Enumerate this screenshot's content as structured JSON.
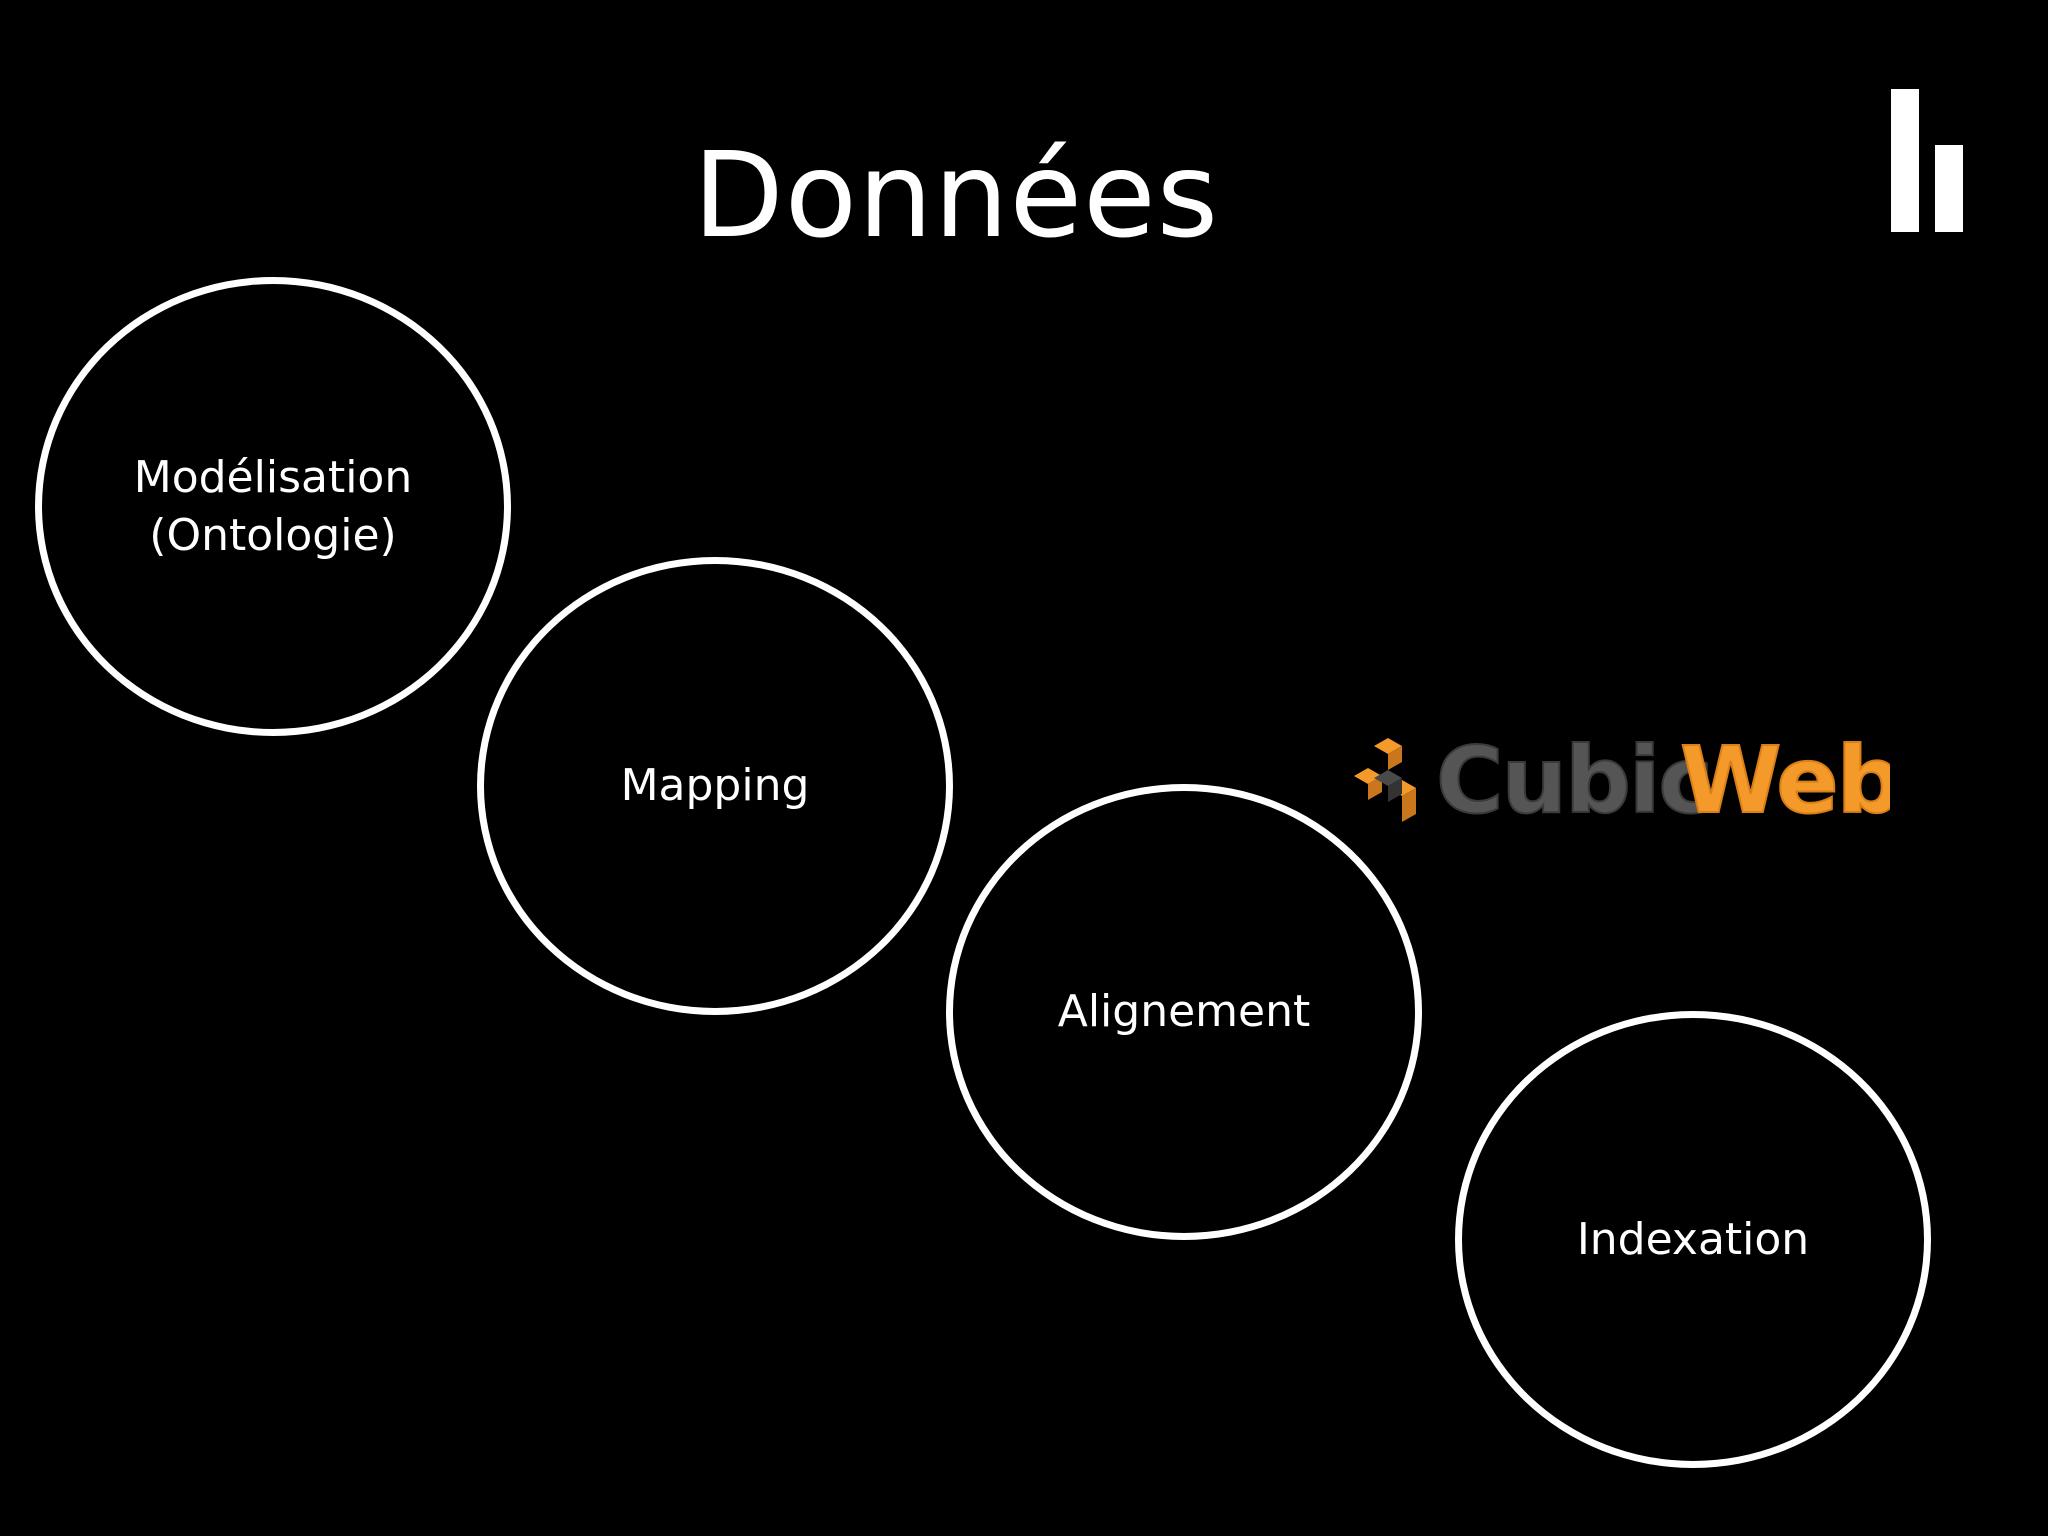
{
  "slide": {
    "title": "Données"
  },
  "steps": [
    {
      "label": "Modélisation\n(Ontologie)"
    },
    {
      "label": "Mapping"
    },
    {
      "label": "Alignement"
    },
    {
      "label": "Indexation"
    }
  ],
  "logos": {
    "corner_icon": "bars-logo-icon",
    "cubicweb": {
      "text_part1": "Cubic",
      "text_part2": "Web",
      "color_grey": "#555555",
      "color_orange": "#f39a2b"
    }
  },
  "colors": {
    "background": "#000000",
    "foreground": "#ffffff"
  }
}
